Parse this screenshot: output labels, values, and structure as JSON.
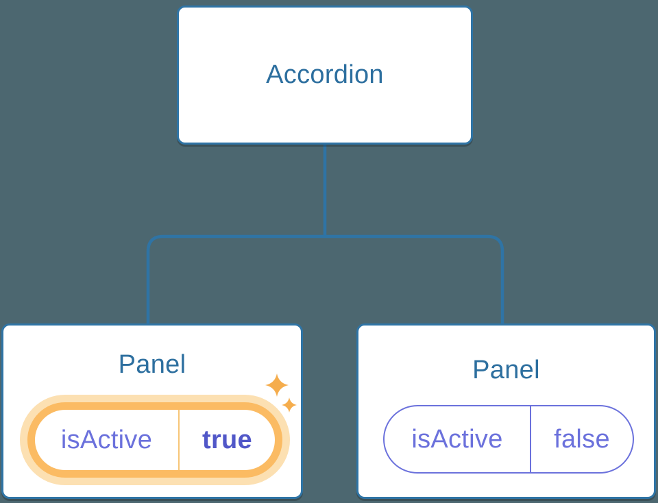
{
  "diagram": {
    "root": {
      "label": "Accordion"
    },
    "children": [
      {
        "label": "Panel",
        "highlighted": true,
        "state": {
          "key": "isActive",
          "value": "true"
        }
      },
      {
        "label": "Panel",
        "highlighted": false,
        "state": {
          "key": "isActive",
          "value": "false"
        }
      }
    ]
  },
  "icons": {
    "sparkles": "sparkles-icon"
  },
  "colors": {
    "bg": "#4C6770",
    "line": "#2F74A5",
    "heading": "#2D6F9F",
    "purple": "#6B71DC",
    "purpleBold": "#5157C8",
    "orangeStrong": "#FBBB63",
    "orangeGlow": "#FCE0B2",
    "orangeDivider": "#F7C577",
    "sparkle": "#F5AD4D",
    "panelBg": "#FFFFFF"
  }
}
